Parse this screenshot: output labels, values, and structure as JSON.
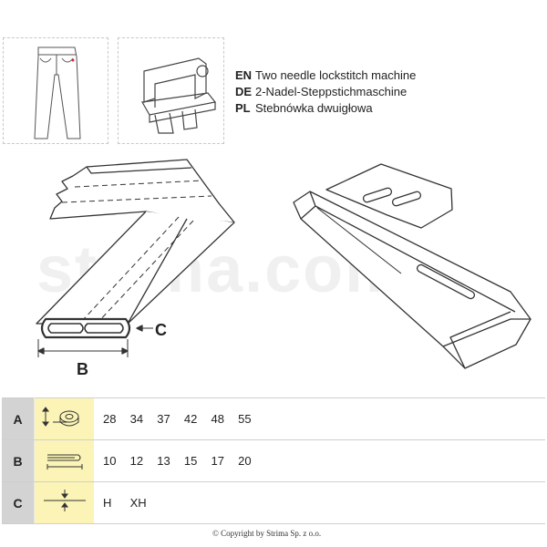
{
  "languages": [
    {
      "code": "EN",
      "text": "Two needle lockstitch machine"
    },
    {
      "code": "DE",
      "text": "2-Nadel-Steppstichmaschine"
    },
    {
      "code": "PL",
      "text": "Stebnówka dwuigłowa"
    }
  ],
  "diagram": {
    "label_b": "B",
    "label_c": "C",
    "watermark": "strima.com"
  },
  "table": {
    "rows": [
      {
        "key": "A",
        "symbol": "tape-width-icon",
        "values": [
          "28",
          "34",
          "37",
          "42",
          "48",
          "55"
        ]
      },
      {
        "key": "B",
        "symbol": "folded-width-icon",
        "values": [
          "10",
          "12",
          "13",
          "15",
          "17",
          "20"
        ]
      },
      {
        "key": "C",
        "symbol": "thickness-icon",
        "values": [
          "H",
          "XH"
        ]
      }
    ]
  },
  "copyright": "© Copyright by Strima Sp. z o.o.",
  "colors": {
    "key_bg": "#d3d3d3",
    "symbol_bg": "#fbf4b6"
  }
}
